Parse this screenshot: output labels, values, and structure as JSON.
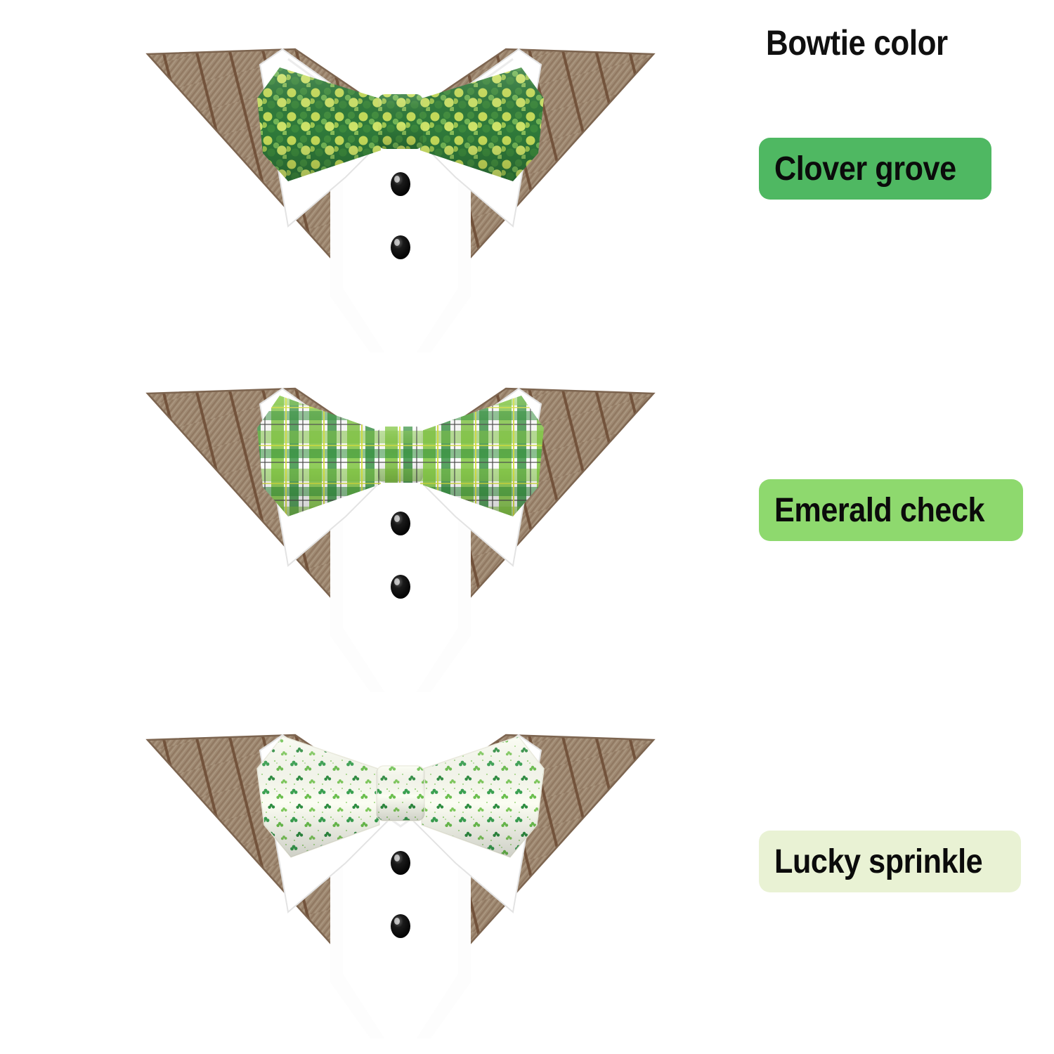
{
  "header": {
    "title": "Bowtie color"
  },
  "options": [
    {
      "label": "Clover grove",
      "pill_bg": "#4fb862",
      "pill_text": "#0b0b0b",
      "bowtie_style": "clover-print",
      "bowtie_base": "#2f7a3a",
      "bowtie_accent": "#d7e86a",
      "selected": true
    },
    {
      "label": "Emerald check",
      "pill_bg": "#8ed96e",
      "pill_text": "#0b0b0b",
      "bowtie_style": "plaid-check",
      "bowtie_base": "#ffffff",
      "bowtie_accent": "#3f9d3f",
      "selected": false
    },
    {
      "label": "Lucky sprinkle",
      "pill_bg": "#e9f2d4",
      "pill_text": "#0b0b0b",
      "bowtie_style": "sprinkle-print",
      "bowtie_base": "#fbfdf2",
      "bowtie_accent": "#3aa352",
      "selected": false
    }
  ],
  "product": {
    "fabric_color": "#9e8871",
    "fabric_stripe_color": "#6b4a33",
    "shirt_color": "#ffffff",
    "button_color": "#0a0a0a",
    "button_count": 2,
    "fabric_name": "brown-tweed-pinstripe",
    "collar_name": "white-shirt-collar"
  }
}
